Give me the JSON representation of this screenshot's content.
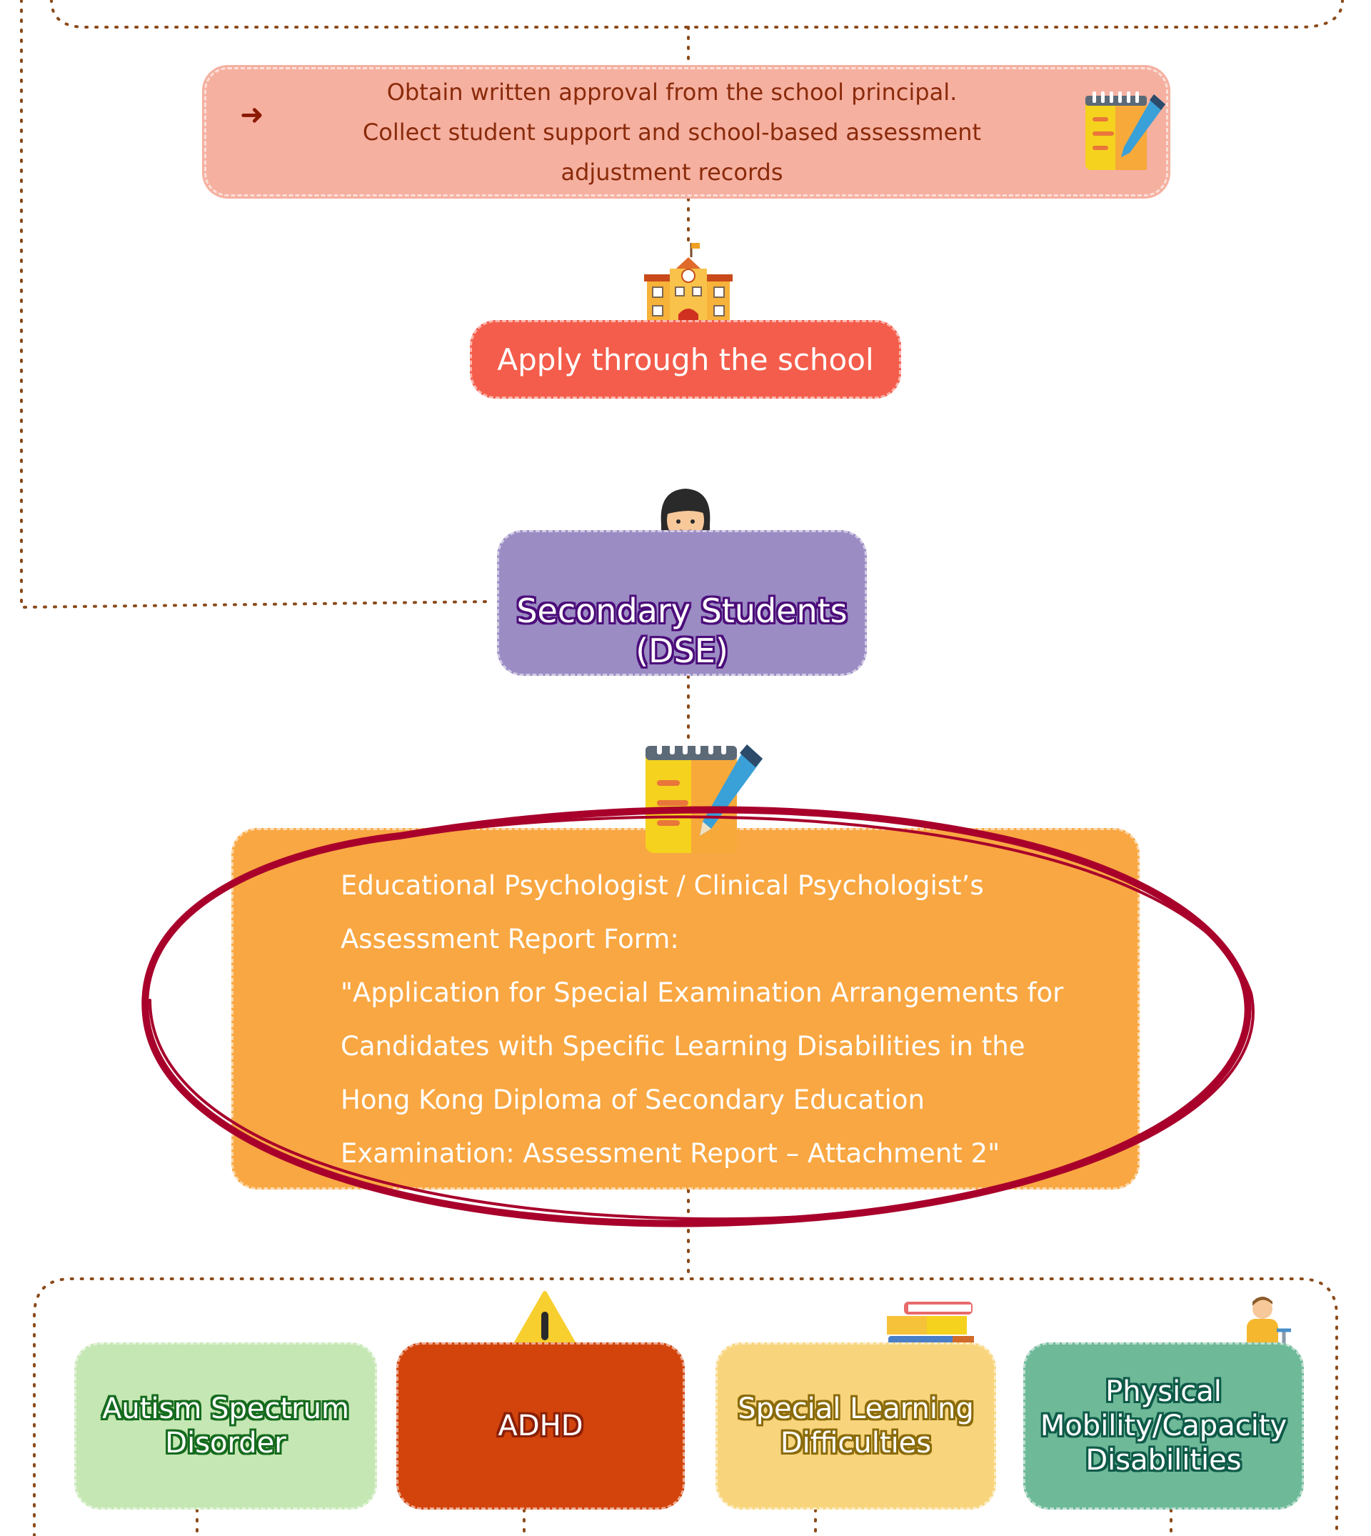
{
  "approval_box": {
    "line1": "Obtain written approval from the school principal.",
    "line2": "Collect student support and school-based assessment adjustment records"
  },
  "apply_box": {
    "label": "Apply through the school"
  },
  "students_box": {
    "line1": "Secondary Students",
    "line2": "(DSE)"
  },
  "report_box": {
    "line1": "Educational Psychologist / Clinical Psychologist’s Assessment Report Form:",
    "line2": "\"Application for Special Examination Arrangements for Candidates with Specific Learning Disabilities in the Hong Kong Diploma of Secondary Education Examination: Assessment Report – Attachment 2\""
  },
  "categories": [
    {
      "label": "Autism Spectrum Disorder"
    },
    {
      "label": "ADHD"
    },
    {
      "label": "Special Learning Difficulties"
    },
    {
      "label": "Physical Mobility/Capacity Disabilities"
    }
  ],
  "icons": [
    "arrow-right-icon",
    "notepad-pen-icon",
    "school-building-icon",
    "student-girl-icon",
    "warning-icon",
    "books-stack-icon",
    "person-crutch-icon"
  ],
  "colors": {
    "connector": "#8a4a1a",
    "approval": "#f5b0a0",
    "apply": "#f45d4b",
    "students": "#9b8cc4",
    "report": "#f9a742",
    "highlight_ring": "#a8002b",
    "autism": "#c5e7b3",
    "adhd": "#d2440c",
    "sld": "#f8d57c",
    "physical": "#6db998"
  }
}
